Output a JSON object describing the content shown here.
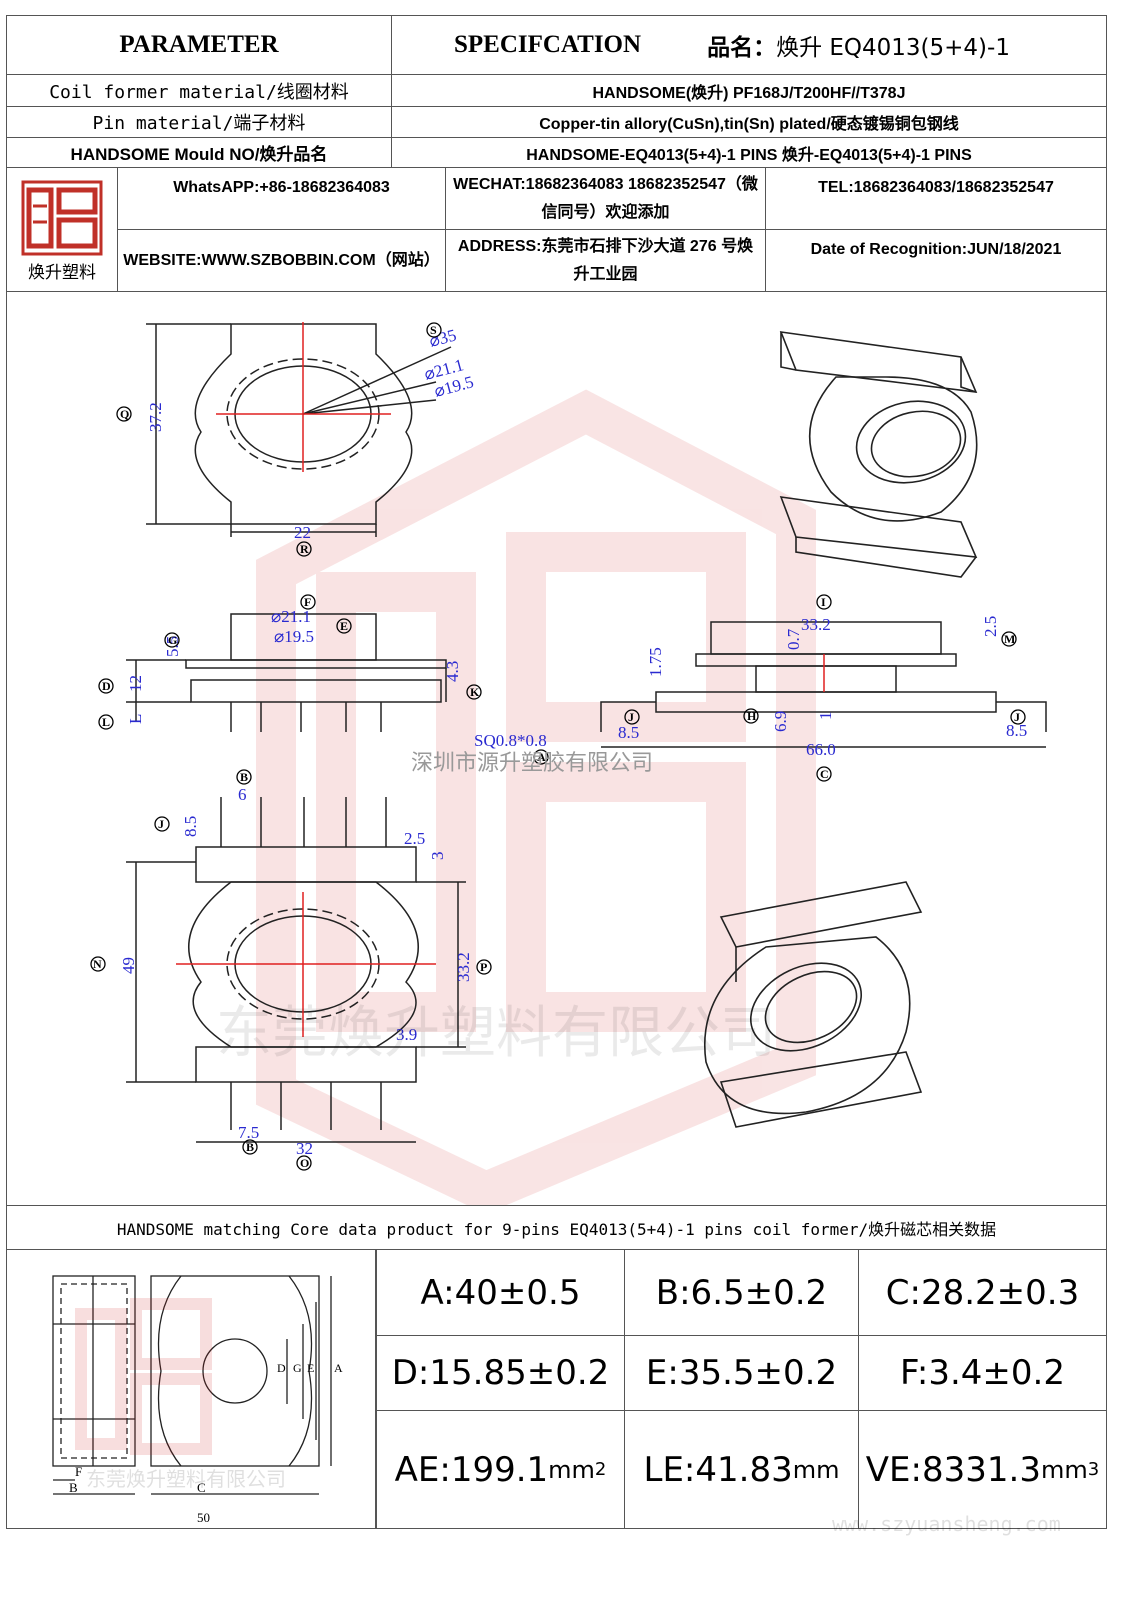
{
  "header": {
    "parameter": "PARAMETER",
    "specification": "SPECIFCATION",
    "product_name_label": "品名：",
    "product_name_value": "焕升 EQ4013(5+4)-1"
  },
  "rows": [
    {
      "label": "Coil former material/线圈材料",
      "value": "HANDSOME(焕升)  PF168J/T200HF//T378J"
    },
    {
      "label": "Pin material/端子材料",
      "value": "Copper-tin allory(CuSn),tin(Sn) plated/硬态镀锡铜包钢线"
    },
    {
      "label": "HANDSOME Mould NO/焕升品名",
      "value": "HANDSOME-EQ4013(5+4)-1 PINS   焕升-EQ4013(5+4)-1 PINS"
    }
  ],
  "company": {
    "logo_caption": "焕升塑料",
    "whatsapp": "WhatsAPP:+86-18682364083",
    "wechat": "WECHAT:18682364083 18682352547（微信同号）欢迎添加",
    "tel": "TEL:18682364083/18682352547",
    "website": "WEBSITE:WWW.SZBOBBIN.COM（网站）",
    "address": "ADDRESS:东莞市石排下沙大道 276 号焕升工业园",
    "date": "Date of Recognition:JUN/18/2021"
  },
  "drawing": {
    "watermark_1": "深圳市源升塑胶有限公司",
    "watermark_2": "东莞焕升塑料有限公司",
    "dims": [
      "⌀35",
      "⌀21.1",
      "⌀19.5",
      "37.2",
      "22",
      "⌀21.1",
      "⌀19.5",
      "5.5",
      "12",
      "L",
      "4.3",
      "33.2",
      "0.7",
      "2.5",
      "1.75",
      "6.9",
      "1",
      "8.5",
      "8.5",
      "SQ0.8*0.8",
      "66.0",
      "6",
      "8.5",
      "2.5",
      "3",
      "49",
      "33.2",
      "3.9",
      "7.5",
      "32"
    ],
    "labels": [
      "S",
      "Q",
      "R",
      "F",
      "G",
      "E",
      "D",
      "L",
      "K",
      "I",
      "M",
      "J",
      "H",
      "J",
      "A",
      "C",
      "B",
      "J",
      "N",
      "P",
      "B",
      "O"
    ]
  },
  "core": {
    "title": "HANDSOME matching Core data  product for 9-pins EQ4013(5+4)-1 pins coil former/焕升磁芯相关数据",
    "drawing_labels": [
      "D",
      "G",
      "E",
      "A",
      "F",
      "B",
      "C",
      "50"
    ],
    "watermark": "东莞焕升塑料有限公司",
    "specs": [
      {
        "text": "A:40±0.5"
      },
      {
        "text": "B:6.5±0.2"
      },
      {
        "text": "C:28.2±0.3"
      },
      {
        "text": "D:15.85±0.2"
      },
      {
        "text": "E:35.5±0.2"
      },
      {
        "text": "F:3.4±0.2"
      }
    ],
    "ae_label": "AE:199.1",
    "ae_unit": "mm",
    "ae_sup": "2",
    "le_label": "LE:41.83",
    "le_unit": "mm",
    "ve_label": "VE:8331.3",
    "ve_unit": "mm",
    "ve_sup": "3",
    "site_watermark": "www.szyuansheng.com"
  }
}
